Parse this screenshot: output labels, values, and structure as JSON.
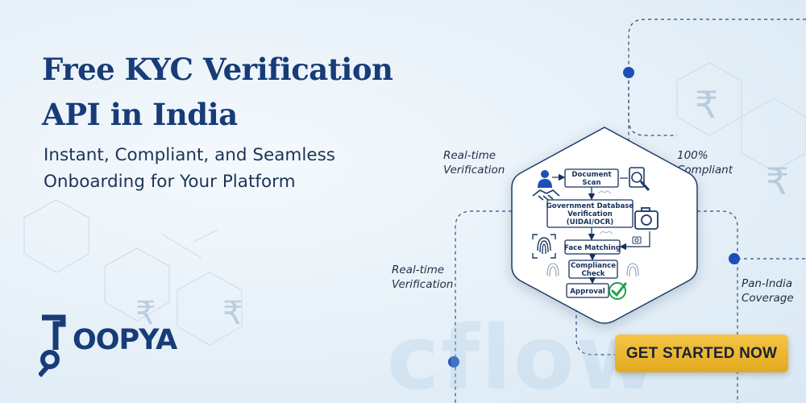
{
  "headline": [
    "Free KYC Verification",
    "API in India"
  ],
  "subheadline": [
    "Instant, Compliant, and Seamless",
    "Onboarding for Your Platform"
  ],
  "labels": {
    "realtime_top": [
      "Real-time",
      "Verification"
    ],
    "compliant": [
      "100%",
      "Compliant"
    ],
    "realtime_left": [
      "Real-time",
      "Verification"
    ],
    "pan_india": [
      "Pan-India",
      "Coverage"
    ]
  },
  "flow_steps": [
    [
      "Document",
      "Scan"
    ],
    [
      "Government Database",
      "Verification",
      "(UIDAI/OCR)"
    ],
    [
      "Face Matching"
    ],
    [
      "Compliance",
      "Check"
    ],
    [
      "Approval"
    ]
  ],
  "cta_label": "GET STARTED NOW",
  "logo": {
    "text": "OOPYA"
  },
  "watermark": "cflow",
  "background_symbol": "₹",
  "colors": {
    "primary_navy": "#173c78",
    "accent_gold": "#e8b22a",
    "dot_blue": "#1d4fb8",
    "approval_green": "#22a04a"
  },
  "icons": [
    "user-icon",
    "handshake-icon",
    "document-search-icon",
    "camera-icon",
    "fingerprint-icon",
    "checkmark-icon",
    "rupee-icon"
  ]
}
